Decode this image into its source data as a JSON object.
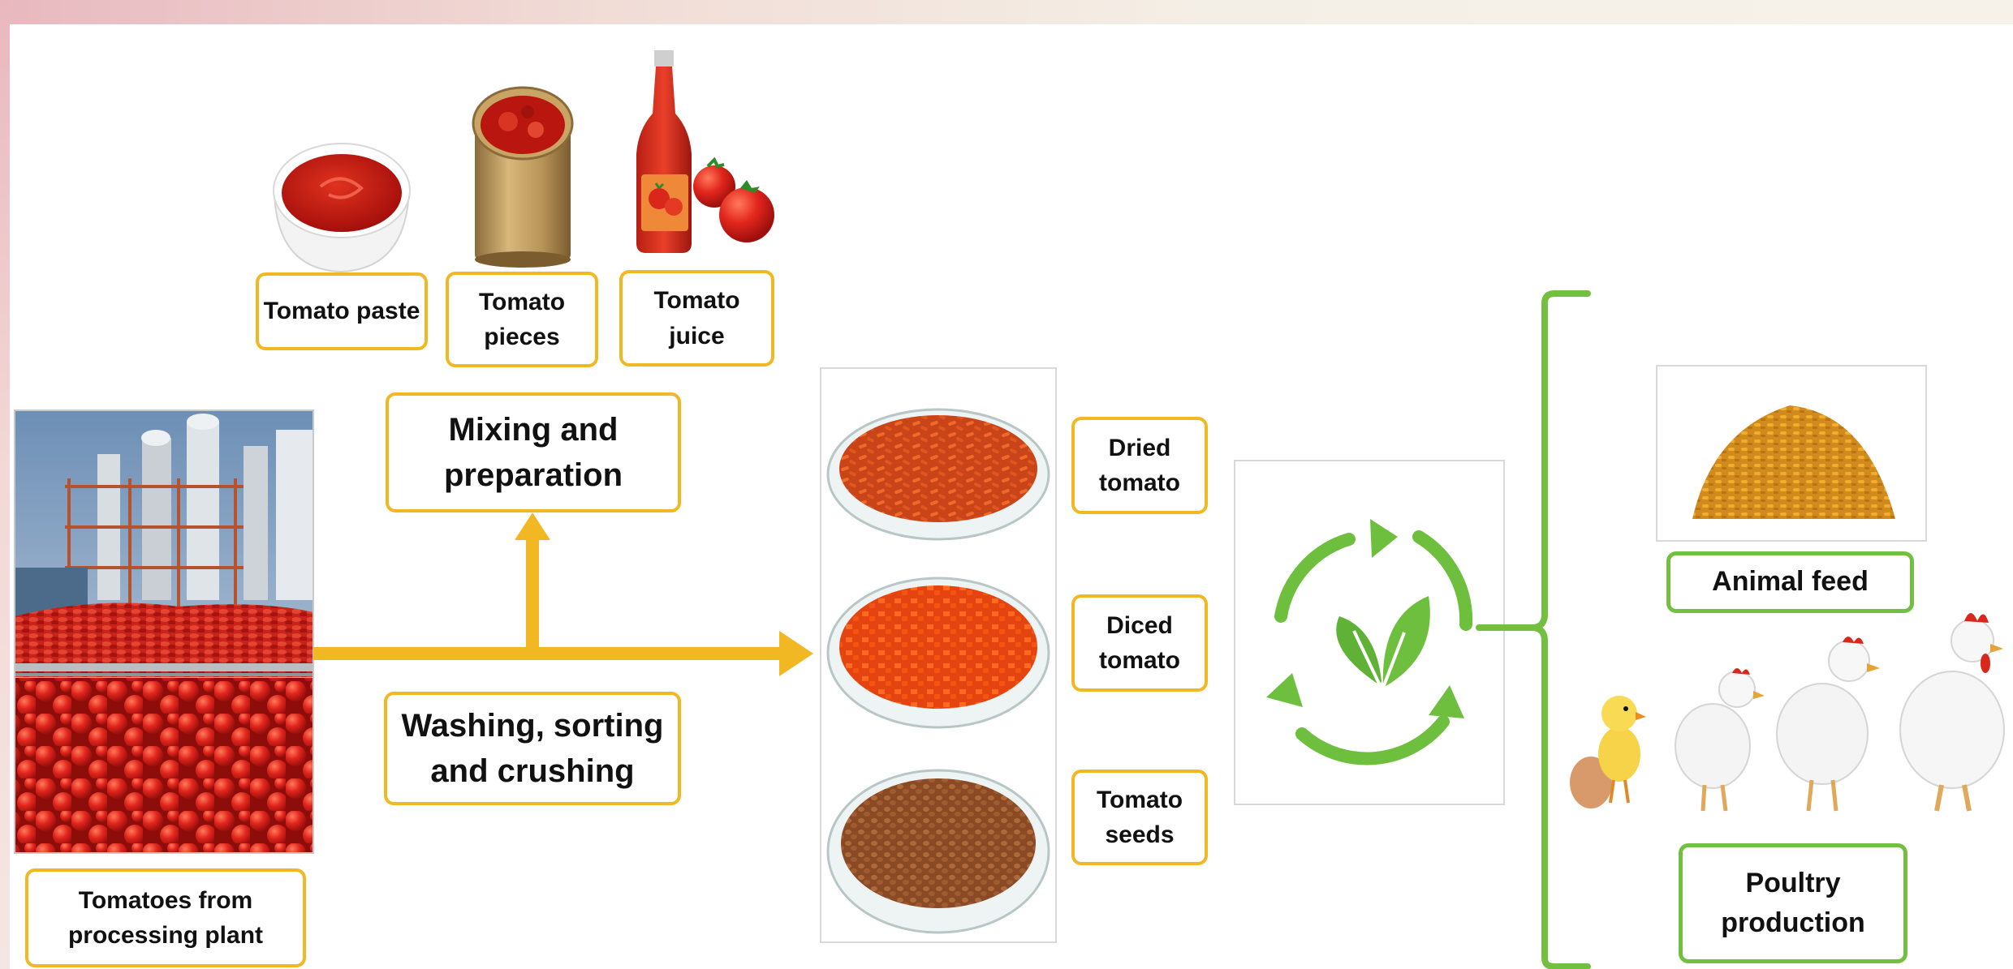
{
  "colors": {
    "accent_yellow": "#f2b824",
    "accent_green": "#73c041",
    "tomato_red": "#e2261d"
  },
  "images": {
    "processing_plant": "tomato-processing-plant-photo",
    "paste_bowl": "tomato-paste-bowl-photo",
    "can": "tomato-pieces-can-photo",
    "bottle": "tomato-juice-bottle-photo",
    "dried": "dried-tomato-dish-photo",
    "diced": "diced-tomato-dish-photo",
    "seeds": "tomato-seeds-dish-photo",
    "recycle": "recycle-leaf-icon",
    "feed": "animal-feed-pellets-photo",
    "poultry": "poultry-chick-and-chickens-photo"
  },
  "labels": {
    "tomatoes_source": "Tomatoes from\nprocessing plant",
    "washing": "Washing, sorting\nand crushing",
    "mixing": "Mixing and\npreparation",
    "paste": "Tomato paste",
    "pieces": "Tomato\npieces",
    "juice": "Tomato\njuice",
    "dried": "Dried\ntomato",
    "diced": "Diced\ntomato",
    "seeds": "Tomato\nseeds",
    "animal_feed": "Animal feed",
    "poultry": "Poultry\nproduction"
  }
}
